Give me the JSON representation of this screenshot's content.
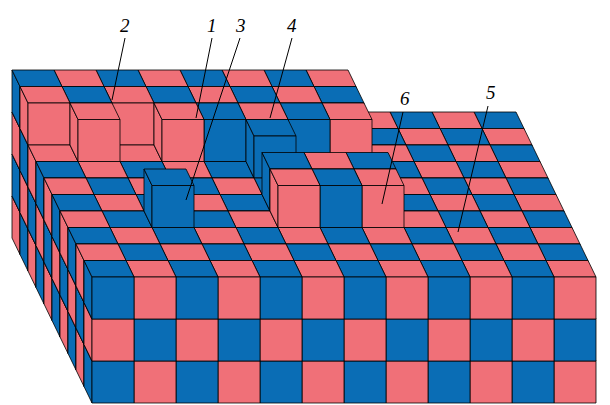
{
  "diagram": {
    "labels": [
      "2",
      "1",
      "3",
      "4",
      "6",
      "5"
    ]
  }
}
